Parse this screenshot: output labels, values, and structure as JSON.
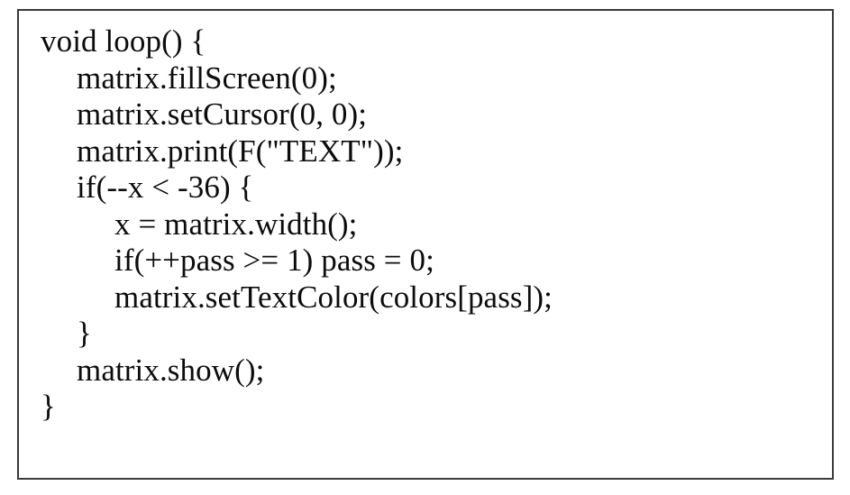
{
  "document": {
    "kind": "code-listing",
    "language": "C++ / Arduino",
    "background_color": "#ffffff",
    "text_color": "#0c0c0c",
    "border_color": "#3a3a3a"
  },
  "code": {
    "lines": [
      {
        "indent": 0,
        "text": "void loop() {"
      },
      {
        "indent": 1,
        "text": "matrix.fillScreen(0);"
      },
      {
        "indent": 1,
        "text": "matrix.setCursor(0, 0);"
      },
      {
        "indent": 1,
        "text": "matrix.print(F(\"TEXT\"));"
      },
      {
        "indent": 1,
        "text": "if(--x < -36) {"
      },
      {
        "indent": 2,
        "text": "x = matrix.width();"
      },
      {
        "indent": 2,
        "text": "if(++pass >= 1) pass = 0;"
      },
      {
        "indent": 2,
        "text": "matrix.setTextColor(colors[pass]);"
      },
      {
        "indent": 1,
        "text": "}"
      },
      {
        "indent": 1,
        "text": "matrix.show();"
      },
      {
        "indent": 0,
        "text": "}"
      }
    ]
  }
}
